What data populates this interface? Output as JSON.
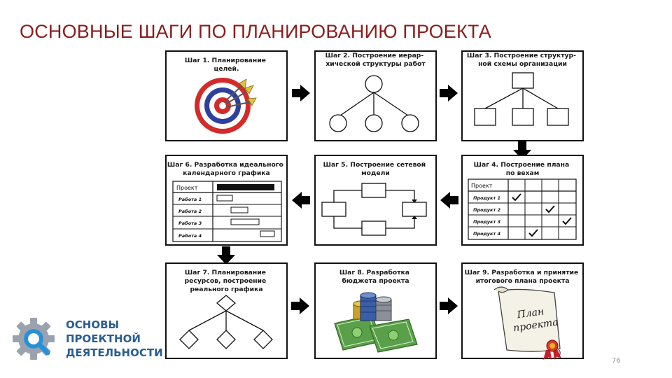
{
  "slide": {
    "title": "ОСНОВНЫЕ ШАГИ ПО ПЛАНИРОВАНИЮ ПРОЕКТА",
    "page_number": "76"
  },
  "logo": {
    "line1": "ОСНОВЫ",
    "line2": "ПРОЕКТНОЙ",
    "line3": "ДЕЯТЕЛЬНОСТИ",
    "icon": "gear-magnifier-icon",
    "colors": {
      "gear": "#9aa3ad",
      "lens": "#2a8fd6",
      "text": "#2a5d91"
    }
  },
  "steps": [
    {
      "caption_lines": [
        "Шаг 1. Планирование",
        "целей."
      ],
      "icon": "target-with-darts-icon"
    },
    {
      "caption_lines": [
        "Шаг 2. Построение иерар-",
        "хической структуры работ"
      ],
      "icon": "tree-diagram-icon"
    },
    {
      "caption_lines": [
        "Шаг 3. Построение структур-",
        "ной схемы организации"
      ],
      "icon": "org-chart-icon"
    },
    {
      "caption_lines": [
        "Шаг 4. Построение плана",
        "по вехам"
      ],
      "icon": "milestone-table-icon"
    },
    {
      "caption_lines": [
        "Шаг 5. Построение сетевой",
        "модели"
      ],
      "icon": "network-model-icon"
    },
    {
      "caption_lines": [
        "Шаг 6. Разработка идеального",
        "календарного графика"
      ],
      "icon": "gantt-chart-icon"
    },
    {
      "caption_lines": [
        "Шаг 7. Планирование",
        "ресурсов, построение",
        "реального графика"
      ],
      "icon": "diamond-tree-icon"
    },
    {
      "caption_lines": [
        "Шаг 8. Разработка",
        "бюджета проекта"
      ],
      "icon": "money-coins-icon"
    },
    {
      "caption_lines": [
        "Шаг 9. Разработка и принятие",
        "итогового плана проекта"
      ],
      "icon": "scroll-document-icon"
    }
  ],
  "gantt": {
    "header": "Проект",
    "rows": [
      "Работа 1",
      "Работа 2",
      "Работа 3",
      "Работа 4"
    ]
  },
  "milestones": {
    "header": "Проект",
    "rows": [
      "Продукт 1",
      "Продукт 2",
      "Продукт 3",
      "Продукт 4"
    ],
    "checks": [
      1,
      3,
      4,
      2
    ]
  },
  "document": {
    "line1": "План",
    "line2": "проекта"
  },
  "colors": {
    "title": "#8b1d1d",
    "target_red": "#d42a2a",
    "target_blue": "#2f3f9e",
    "money_green": "#5aa04a",
    "coin_blue": "#3a5ea8",
    "seal_red": "#c8202a"
  }
}
